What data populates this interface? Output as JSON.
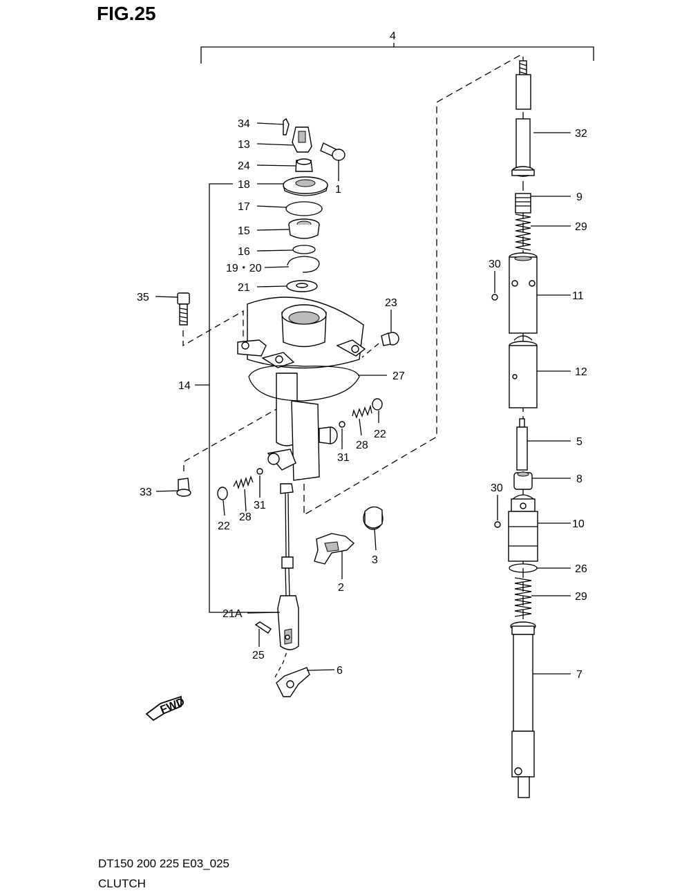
{
  "figure": {
    "title": "FIG.25",
    "model_code": "DT150 200 225 E03_025",
    "name": "CLUTCH",
    "fwd_label": "FWD"
  },
  "callouts": {
    "c4": "4",
    "c34": "34",
    "c13": "13",
    "c24": "24",
    "c1": "1",
    "c18": "18",
    "c17": "17",
    "c15": "15",
    "c16": "16",
    "c19_20": "19・20",
    "c21": "21",
    "c35": "35",
    "c23": "23",
    "c14": "14",
    "c27": "27",
    "c22a": "22",
    "c28a": "28",
    "c31a": "31",
    "c33": "33",
    "c22b": "22",
    "c28b": "28",
    "c31b": "31",
    "c3": "3",
    "c2": "2",
    "c21a": "21A",
    "c25": "25",
    "c6": "6",
    "c32": "32",
    "c9": "9",
    "c29a": "29",
    "c30a": "30",
    "c11": "11",
    "c12": "12",
    "c5": "5",
    "c8": "8",
    "c30b": "30",
    "c10": "10",
    "c26": "26",
    "c29b": "29",
    "c7": "7"
  }
}
